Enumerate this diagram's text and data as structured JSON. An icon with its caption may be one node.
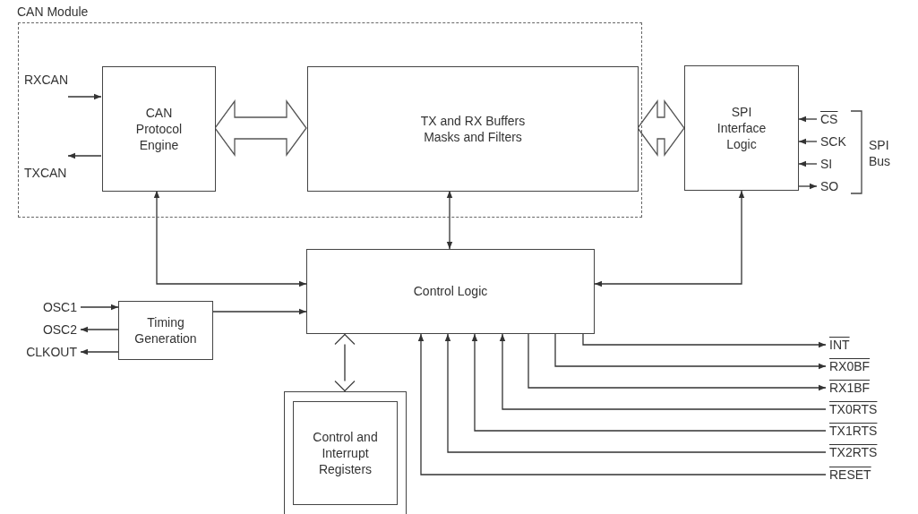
{
  "diagram": {
    "nodes": [
      {
        "text": [
          "CAN Module"
        ]
      },
      {
        "text": [
          "CAN Protocol Engine"
        ],
        "in": 0
      },
      {
        "text": [
          "TX and RX Buffers Masks and Filters"
        ],
        "in": 0
      },
      {
        "text": [
          "SPI Interface Logic"
        ]
      },
      {
        "text": [
          "Control Logic"
        ]
      },
      {
        "text": [
          "Timing Generation"
        ]
      },
      {
        "text": [
          "Control and Interrupt Registers"
        ]
      },
      {
        "text": [
          "RXCAN"
        ],
        "in": 0
      },
      {
        "text": [
          "TXCAN"
        ],
        "in": 0
      },
      {
        "text": [
          "CS"
        ]
      },
      {
        "text": [
          "SCK"
        ]
      },
      {
        "text": [
          "SI"
        ]
      },
      {
        "text": [
          "SO"
        ]
      },
      {
        "text": [
          "OSC1"
        ]
      },
      {
        "text": [
          "OSC2"
        ]
      },
      {
        "text": [
          "CLKOUT"
        ]
      },
      {
        "text": [
          "INT"
        ]
      },
      {
        "text": [
          "RX0BF"
        ]
      },
      {
        "text": [
          "RX1BF"
        ]
      },
      {
        "text": [
          "TX0RTS"
        ]
      },
      {
        "text": [
          "TX1RTS"
        ]
      },
      {
        "text": [
          "TX2RTS"
        ]
      },
      {
        "text": [
          "RESET"
        ]
      }
    ],
    "edges": [
      {
        "from": 7,
        "to": 1,
        "arrow": "to"
      },
      {
        "from": 1,
        "to": 8,
        "arrow": "to"
      },
      {
        "from": 1,
        "to": 2,
        "arrow": "both",
        "style": "thick"
      },
      {
        "from": 2,
        "to": 3,
        "arrow": "both",
        "style": "thick"
      },
      {
        "from": 9,
        "to": 3,
        "arrow": "to"
      },
      {
        "from": 10,
        "to": 3,
        "arrow": "to"
      },
      {
        "from": 11,
        "to": 3,
        "arrow": "to"
      },
      {
        "from": 3,
        "to": 12,
        "arrow": "to"
      },
      {
        "from": 1,
        "to": 4,
        "arrow": "both"
      },
      {
        "from": 2,
        "to": 4,
        "arrow": "both"
      },
      {
        "from": 3,
        "to": 4,
        "arrow": "both"
      },
      {
        "from": 13,
        "to": 5,
        "arrow": "to"
      },
      {
        "from": 5,
        "to": 14,
        "arrow": "to"
      },
      {
        "from": 5,
        "to": 15,
        "arrow": "to"
      },
      {
        "from": 5,
        "to": 4,
        "arrow": "to"
      },
      {
        "from": 4,
        "to": 6,
        "arrow": "both"
      },
      {
        "from": 4,
        "to": 16,
        "arrow": "to"
      },
      {
        "from": 4,
        "to": 17,
        "arrow": "to"
      },
      {
        "from": 4,
        "to": 18,
        "arrow": "to"
      },
      {
        "from": 19,
        "to": 4,
        "arrow": "to"
      },
      {
        "from": 20,
        "to": 4,
        "arrow": "to"
      },
      {
        "from": 21,
        "to": 4,
        "arrow": "to"
      },
      {
        "from": 22,
        "to": 4,
        "arrow": "to"
      }
    ],
    "labels": [
      "SPI Bus"
    ]
  }
}
